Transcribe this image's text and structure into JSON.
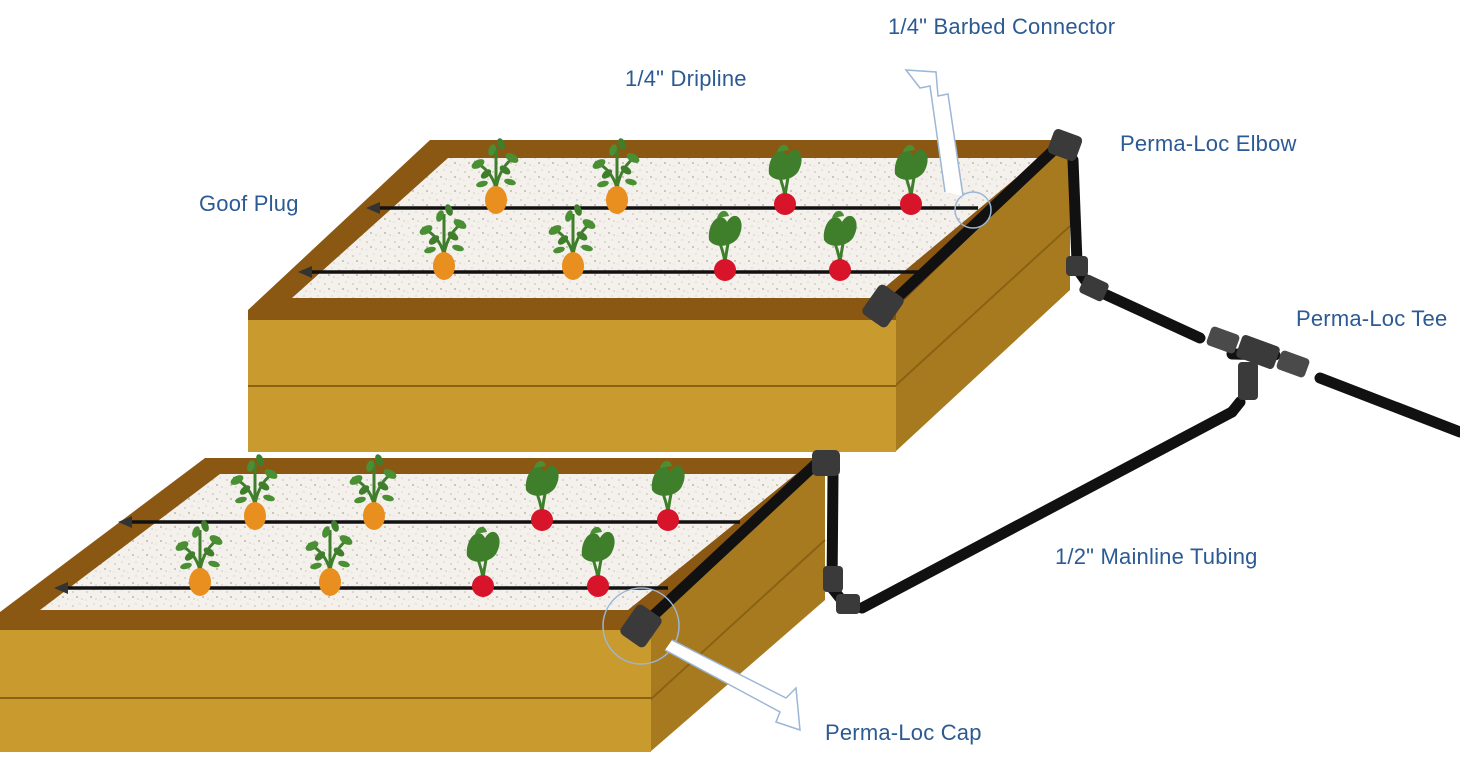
{
  "labels": {
    "barbed_connector": "1/4\" Barbed Connector",
    "dripline": "1/4\" Dripline",
    "goof_plug": "Goof Plug",
    "elbow": "Perma-Loc Elbow",
    "tee": "Perma-Loc Tee",
    "mainline": "1/2\" Mainline Tubing",
    "cap": "Perma-Loc Cap"
  },
  "colors": {
    "label_text": "#2c5a93",
    "callout_outline": "#9cb6d6",
    "bed_wood": "#c99a2e",
    "bed_rim": "#8a5812",
    "soil": "#f4f1ec",
    "tubing": "#111111",
    "carrot": "#e88f1f",
    "radish": "#d8142b",
    "foliage": "#3f7f2c"
  },
  "plants": {
    "upper_bed": {
      "carrots": 4,
      "radishes": 4
    },
    "lower_bed": {
      "carrots": 4,
      "radishes": 4
    }
  }
}
